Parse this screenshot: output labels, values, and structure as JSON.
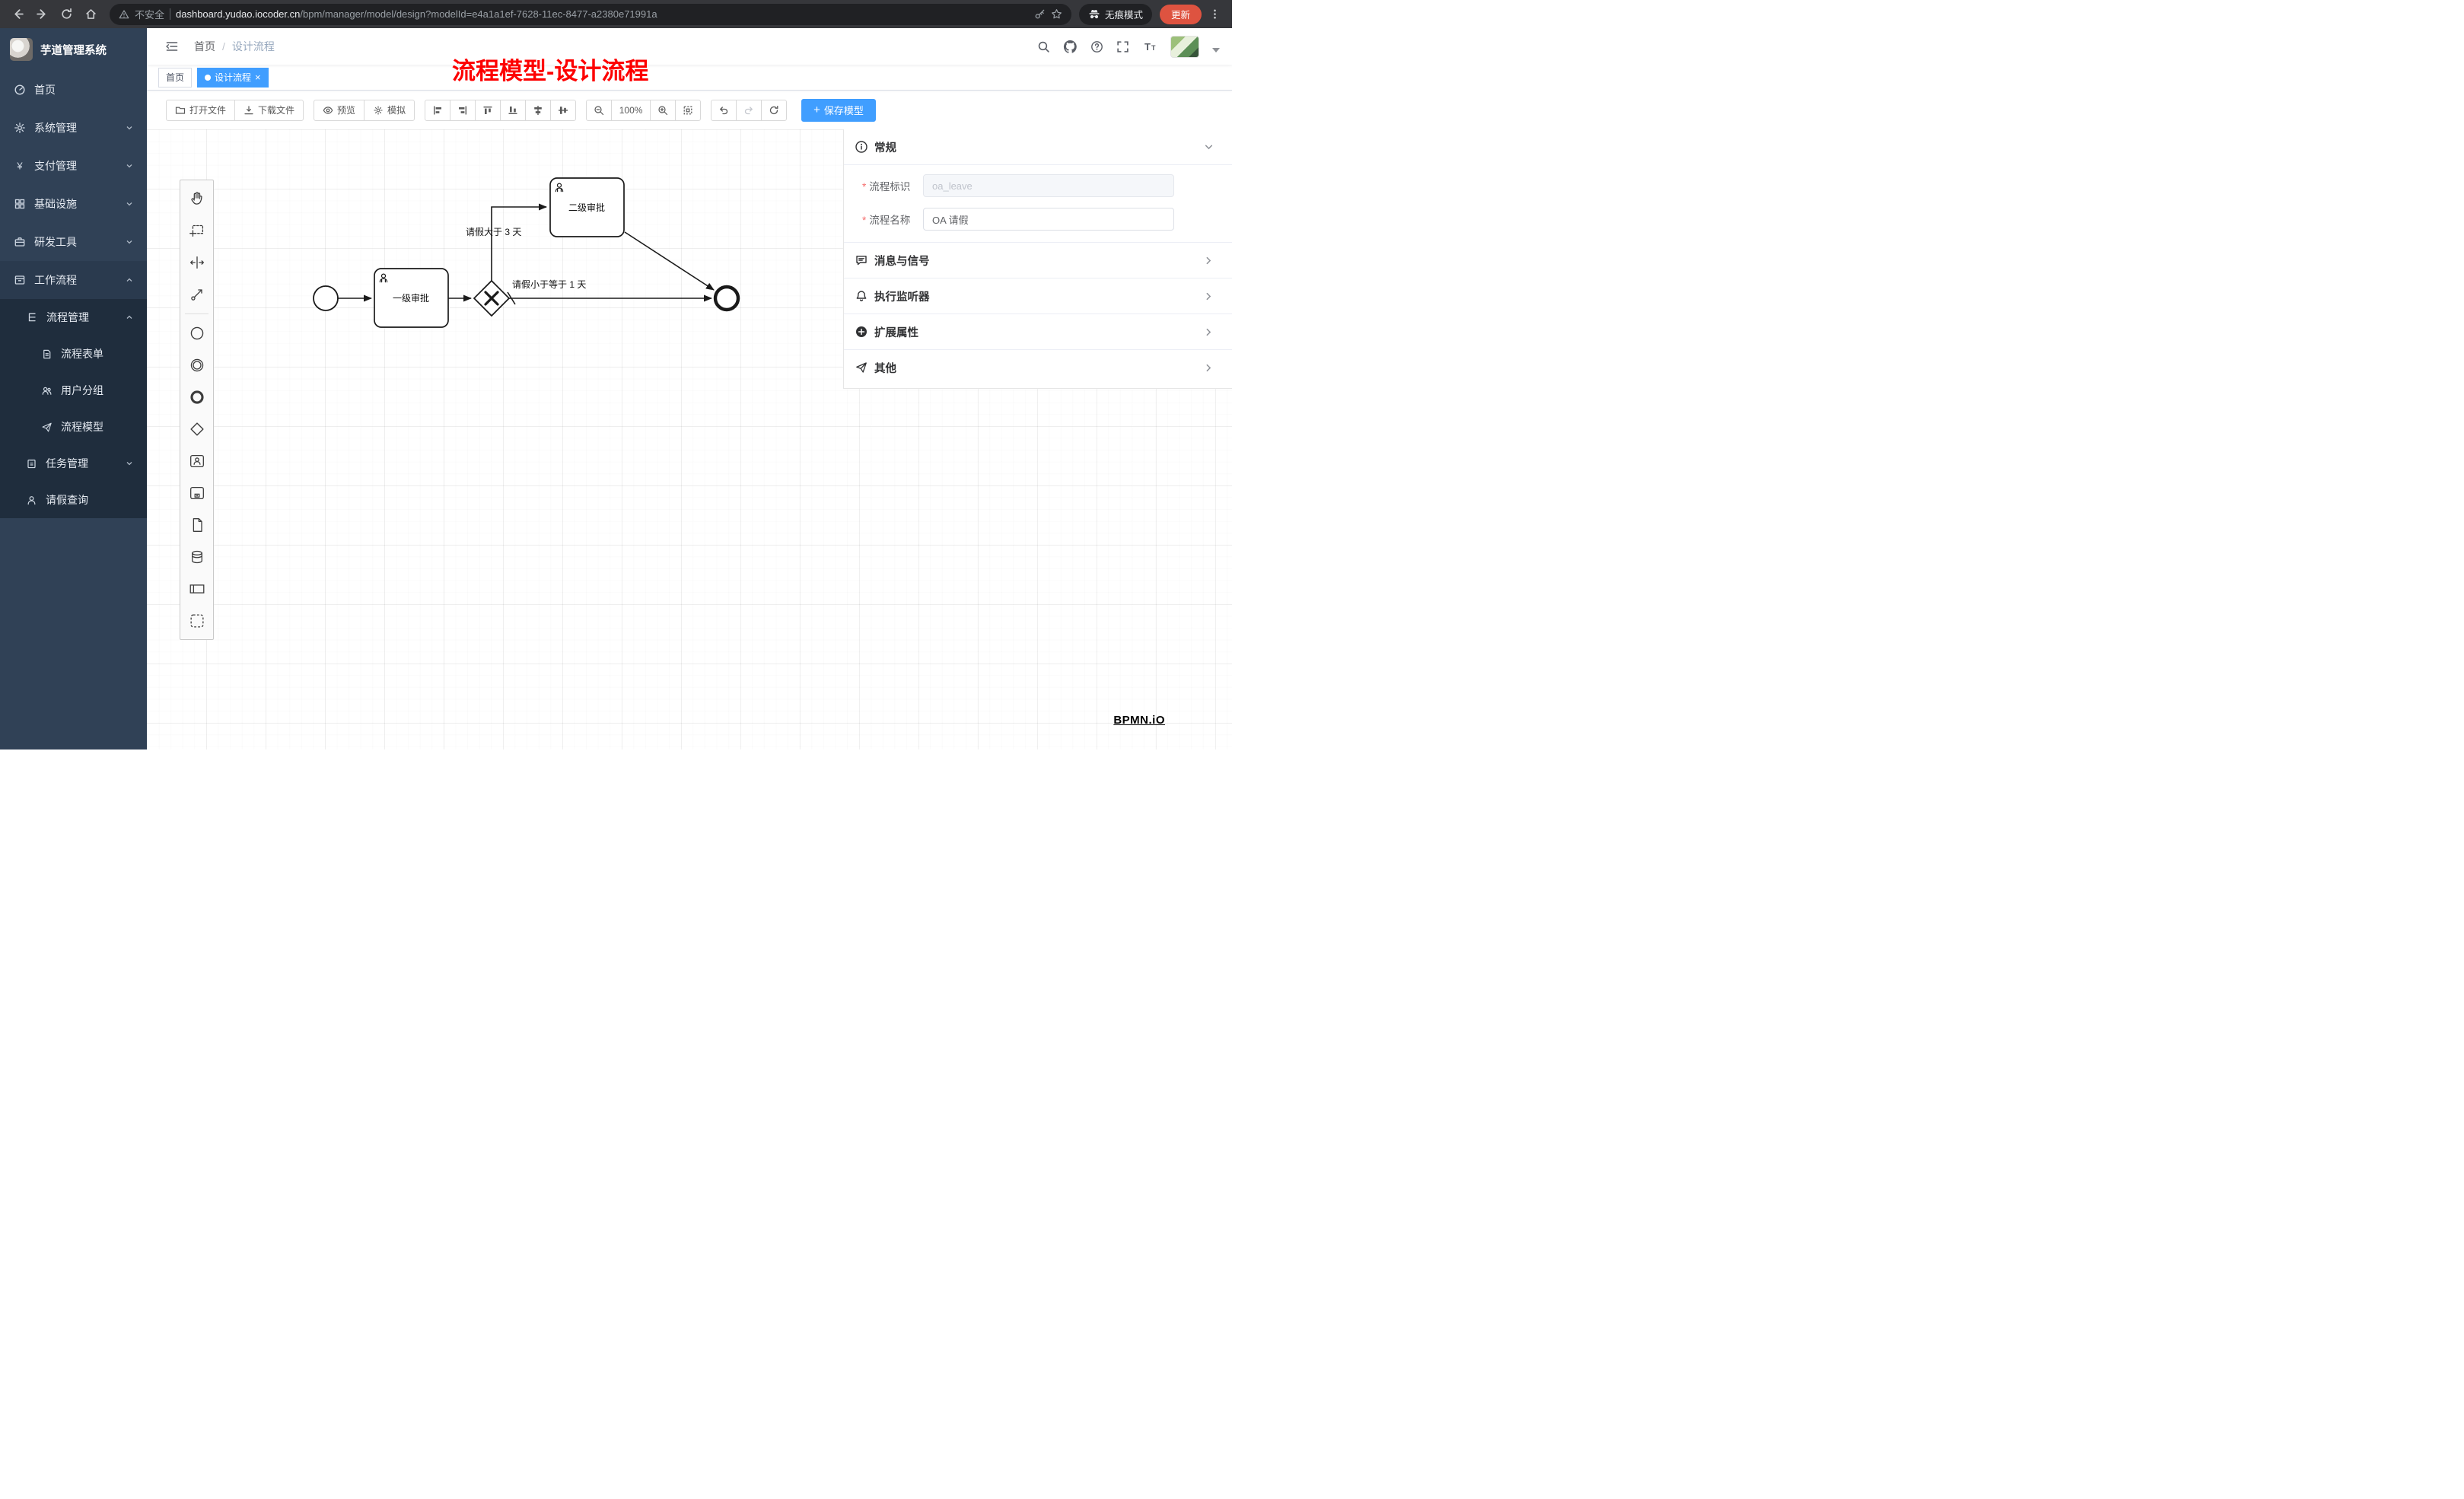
{
  "browser": {
    "security_label": "不安全",
    "url_domain": "dashboard.yudao.iocoder.cn",
    "url_path": "/bpm/manager/model/design?modelId=e4a1a1ef-7628-11ec-8477-a2380e71991a",
    "incognito_label": "无痕模式",
    "update_label": "更新"
  },
  "sidebar": {
    "app_title": "芋道管理系统",
    "items": [
      {
        "label": "首页"
      },
      {
        "label": "系统管理"
      },
      {
        "label": "支付管理"
      },
      {
        "label": "基础设施"
      },
      {
        "label": "研发工具"
      },
      {
        "label": "工作流程"
      },
      {
        "label": "流程管理"
      },
      {
        "label": "流程表单"
      },
      {
        "label": "用户分组"
      },
      {
        "label": "流程模型"
      },
      {
        "label": "任务管理"
      },
      {
        "label": "请假查询"
      }
    ]
  },
  "header": {
    "breadcrumb_home": "首页",
    "breadcrumb_current": "设计流程",
    "annotation": "流程模型-设计流程"
  },
  "tags": {
    "tab_home": "首页",
    "tab_active": "设计流程"
  },
  "toolbar": {
    "open_file": "打开文件",
    "download_file": "下载文件",
    "preview": "预览",
    "simulate": "模拟",
    "zoom_level": "100%",
    "save_model": "保存模型"
  },
  "diagram": {
    "task_level1": "一级审批",
    "task_level2": "二级审批",
    "flow_condition_gt": "请假大于 3 天",
    "flow_condition_le": "请假小于等于 1 天"
  },
  "properties": {
    "section_general": "常规",
    "field_process_key_label": "流程标识",
    "field_process_key_value": "oa_leave",
    "field_process_name_label": "流程名称",
    "field_process_name_value": "OA 请假",
    "section_messages": "消息与信号",
    "section_listeners": "执行监听器",
    "section_extensions": "扩展属性",
    "section_other": "其他"
  },
  "watermark": "BPMN.iO",
  "colors": {
    "accent_blue": "#409eff",
    "sidebar_bg": "#304156",
    "sidebar_submenu_bg": "#1f2d3d",
    "annotation_red": "#fd0000",
    "update_button_red": "#de5340"
  }
}
